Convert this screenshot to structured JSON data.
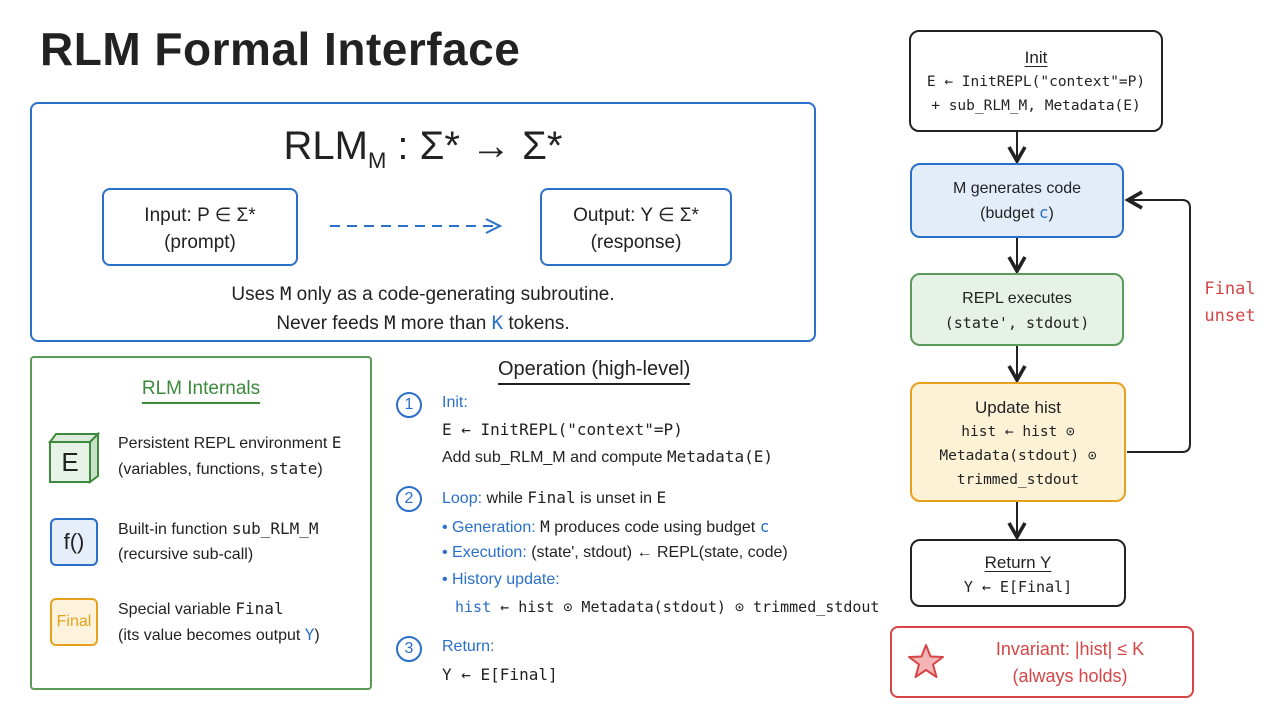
{
  "title": "RLM Formal Interface",
  "signature": {
    "lhs": "RLM",
    "sub": "M",
    "rhs": " : Σ* → Σ*",
    "input_line1": "Input:  P ∈ Σ*",
    "input_line2": "(prompt)",
    "output_line1": "Output:  Y ∈ Σ*",
    "output_line2": "(response)",
    "line1_a": "Uses ",
    "line1_m": "M",
    "line1_b": " only as a code-generating subroutine.",
    "line2_a": "Never feeds ",
    "line2_m": "M",
    "line2_b": " more than ",
    "line2_k": "K",
    "line2_c": " tokens."
  },
  "internals": {
    "title": "RLM Internals",
    "items": [
      {
        "icon": "E",
        "line1_a": "Persistent REPL environment ",
        "line1_code": "E",
        "line2_a": "(variables, functions, ",
        "line2_code": "state",
        "line2_b": ")"
      },
      {
        "icon": "f()",
        "line1_a": "Built-in function ",
        "line1_code": "sub_RLM_M",
        "line2_a": "(recursive sub-call)"
      },
      {
        "icon": "Final",
        "line1_a": "Special variable ",
        "line1_code": "Final",
        "line2_a": "(its value becomes output ",
        "line2_y": "Y",
        "line2_b": ")"
      }
    ]
  },
  "operation": {
    "title": "Operation (high-level)",
    "step1": {
      "num": "1",
      "label": "Init:",
      "line1": "E ← InitREPL(\"context\"=P)",
      "line2_a": "Add sub_RLM_M and compute ",
      "line2_code": "Metadata(E)"
    },
    "step2": {
      "num": "2",
      "label": "Loop:",
      "label_rest_a": " while ",
      "label_rest_code": "Final",
      "label_rest_b": " is unset in ",
      "label_rest_e": "E",
      "gen_label": "• Generation: ",
      "gen_a": "M",
      "gen_b": " produces code using budget ",
      "gen_c": "c",
      "exec_label": "• Execution: ",
      "exec_text": "(state', stdout) ← REPL(state, code)",
      "hist_label": "• History update:",
      "hist_kw": "hist",
      "hist_rest": " ← hist ⊙ Metadata(stdout) ⊙ trimmed_stdout"
    },
    "step3": {
      "num": "3",
      "label": "Return:",
      "line1": "Y ← E[Final]"
    }
  },
  "flow": {
    "init": {
      "title": "Init",
      "line1": "E ← InitREPL(\"context\"=P)",
      "line2": "+ sub_RLM_M, Metadata(E)"
    },
    "generate": {
      "line1": "M generates code",
      "line2_a": "(budget ",
      "line2_c": "c",
      "line2_b": ")"
    },
    "execute": {
      "line1": "REPL executes",
      "line2": "(state', stdout)"
    },
    "update": {
      "title": "Update hist",
      "line1": "hist ← hist ⊙",
      "line2": "Metadata(stdout) ⊙",
      "line3": "trimmed_stdout"
    },
    "ret": {
      "title": "Return Y",
      "line1": "Y ← E[Final]"
    },
    "loop_label1": "Final",
    "loop_label2": "unset",
    "invariant_line1": "Invariant:  |hist| ≤ K",
    "invariant_line2": "(always holds)"
  },
  "colors": {
    "blue": "#2a6fc9",
    "green": "#3d8a3d",
    "orange": "#e6a21e",
    "red": "#d64545"
  }
}
